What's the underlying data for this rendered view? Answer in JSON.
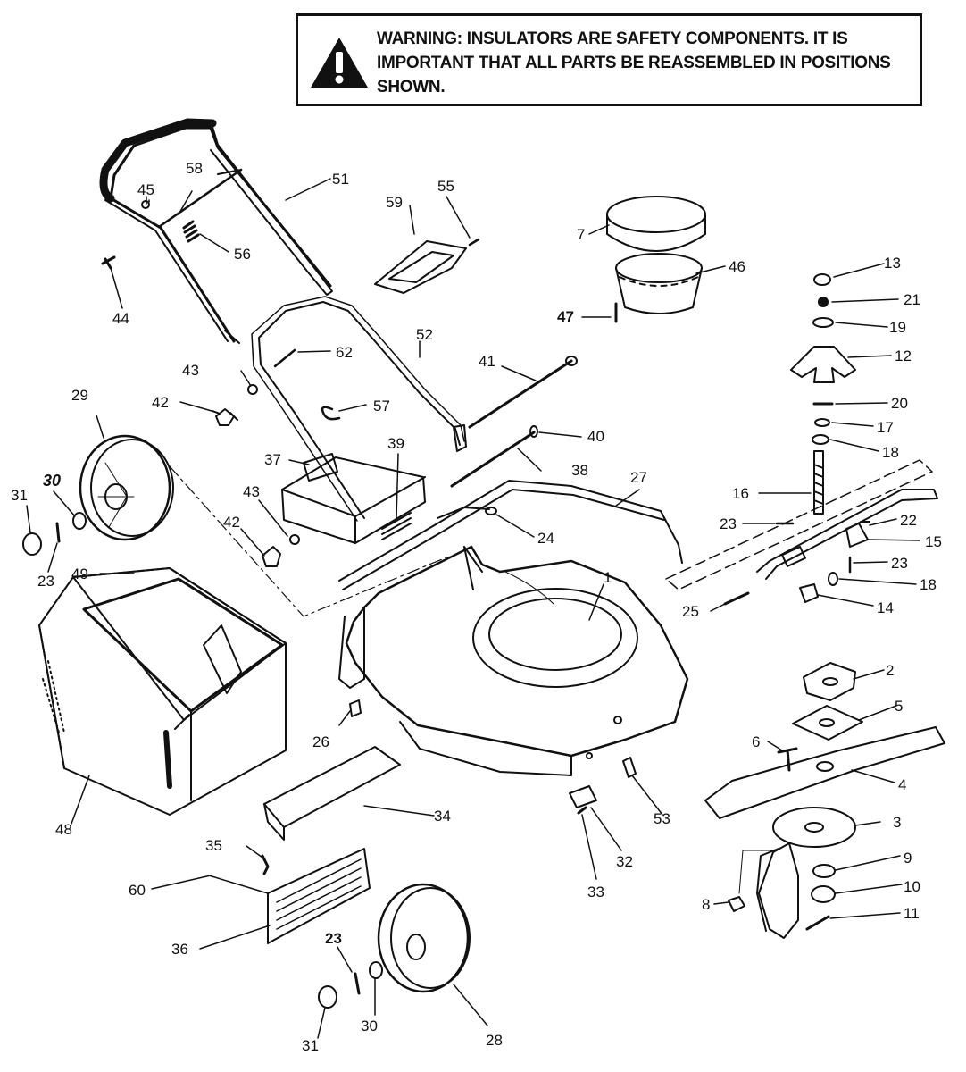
{
  "warning": {
    "text": "WARNING:  INSULATORS ARE SAFETY COMPONENTS.  IT IS IMPORTANT THAT ALL PARTS BE REASSEMBLED IN POSITIONS SHOWN.",
    "icon": "warning-triangle-icon"
  },
  "labels": {
    "l1": "1",
    "l2": "2",
    "l3": "3",
    "l4": "4",
    "l5": "5",
    "l6": "6",
    "l7": "7",
    "l8": "8",
    "l9": "9",
    "l10": "10",
    "l11": "11",
    "l12": "12",
    "l13": "13",
    "l14": "14",
    "l15": "15",
    "l16": "16",
    "l17": "17",
    "l18a": "18",
    "l18b": "18",
    "l19": "19",
    "l20": "20",
    "l21": "21",
    "l22": "22",
    "l23a": "23",
    "l23b": "23",
    "l23c": "23",
    "l23d": "23",
    "l24": "24",
    "l25": "25",
    "l26": "26",
    "l27": "27",
    "l28": "28",
    "l29": "29",
    "l30a": "30",
    "l30b": "30",
    "l31a": "31",
    "l31b": "31",
    "l32": "32",
    "l33": "33",
    "l34": "34",
    "l35": "35",
    "l36": "36",
    "l37": "37",
    "l38": "38",
    "l39": "39",
    "l40": "40",
    "l41": "41",
    "l42a": "42",
    "l42b": "42",
    "l43a": "43",
    "l43b": "43",
    "l44": "44",
    "l45": "45",
    "l46": "46",
    "l47": "47",
    "l48": "48",
    "l49": "49",
    "l51": "51",
    "l52": "52",
    "l53": "53",
    "l55": "55",
    "l56": "56",
    "l57": "57",
    "l58": "58",
    "l59": "59",
    "l60": "60",
    "l62": "62"
  },
  "colors": {
    "ink": "#111111",
    "paper": "#ffffff",
    "shade": "#e6e6e6"
  }
}
